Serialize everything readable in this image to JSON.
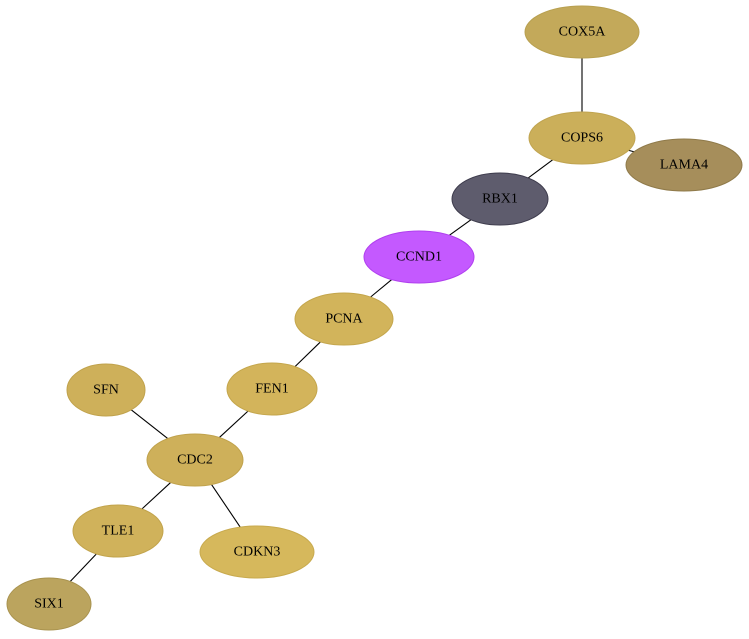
{
  "nodes": [
    {
      "id": "COX5A",
      "label": "COX5A",
      "fill": "#c3a95a",
      "stroke": "#b8a050"
    },
    {
      "id": "COPS6",
      "label": "COPS6",
      "fill": "#cbaf5a",
      "stroke": "#c0a450"
    },
    {
      "id": "LAMA4",
      "label": "LAMA4",
      "fill": "#a68e5b",
      "stroke": "#8f7a4a"
    },
    {
      "id": "RBX1",
      "label": "RBX1",
      "fill": "#5e5c6d",
      "stroke": "#3e3c4d"
    },
    {
      "id": "CCND1",
      "label": "CCND1",
      "fill": "#c459ff",
      "stroke": "#b040ee"
    },
    {
      "id": "PCNA",
      "label": "PCNA",
      "fill": "#d2b45b",
      "stroke": "#c4a64c"
    },
    {
      "id": "FEN1",
      "label": "FEN1",
      "fill": "#d3b45b",
      "stroke": "#c4a64c"
    },
    {
      "id": "SFN",
      "label": "SFN",
      "fill": "#ceb05a",
      "stroke": "#c0a24c"
    },
    {
      "id": "CDC2",
      "label": "CDC2",
      "fill": "#ceb05a",
      "stroke": "#c0a24c"
    },
    {
      "id": "TLE1",
      "label": "TLE1",
      "fill": "#d0b25b",
      "stroke": "#c2a44c"
    },
    {
      "id": "CDKN3",
      "label": "CDKN3",
      "fill": "#d6b85c",
      "stroke": "#c8aa4e"
    },
    {
      "id": "SIX1",
      "label": "SIX1",
      "fill": "#bba45e",
      "stroke": "#a8924e"
    }
  ],
  "edges": [
    [
      "COX5A",
      "COPS6"
    ],
    [
      "COPS6",
      "LAMA4"
    ],
    [
      "COPS6",
      "RBX1"
    ],
    [
      "RBX1",
      "CCND1"
    ],
    [
      "CCND1",
      "PCNA"
    ],
    [
      "PCNA",
      "FEN1"
    ],
    [
      "FEN1",
      "CDC2"
    ],
    [
      "SFN",
      "CDC2"
    ],
    [
      "CDC2",
      "TLE1"
    ],
    [
      "CDC2",
      "CDKN3"
    ],
    [
      "TLE1",
      "SIX1"
    ]
  ]
}
